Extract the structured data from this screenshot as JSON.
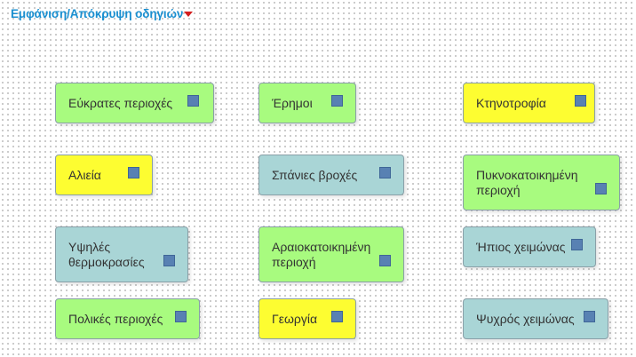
{
  "toggle": {
    "label": "Εμφάνιση/Απόκρυψη οδηγιών"
  },
  "cards": {
    "c1": "Εύκρατες περιοχές",
    "c2": "Έρημοι",
    "c3": "Κτηνοτροφία",
    "c4": "Αλιεία",
    "c5": "Σπάνιες βροχές",
    "c6a": "Πυκνοκατοικημένη",
    "c6b": "περιοχή",
    "c7a": "Υψηλές",
    "c7b": "θερμοκρασίες",
    "c8a": "Αραιοκατοικημένη",
    "c8b": "περιοχή",
    "c9": "Ήπιος χειμώνας",
    "c10": "Πολικές περιοχές",
    "c11": "Γεωργία",
    "c12": "Ψυχρός χειμώνας"
  },
  "colors": {
    "green": "#a8fb7f",
    "yellow": "#fdfd31",
    "teal": "#a9d5d6",
    "handle": "#5881b3",
    "toggle_text": "#1a8fd0",
    "toggle_arrow": "#d21e1e"
  },
  "icons": {
    "toggle": "caret-down-icon",
    "card_handle": "drag-handle-square-icon"
  }
}
